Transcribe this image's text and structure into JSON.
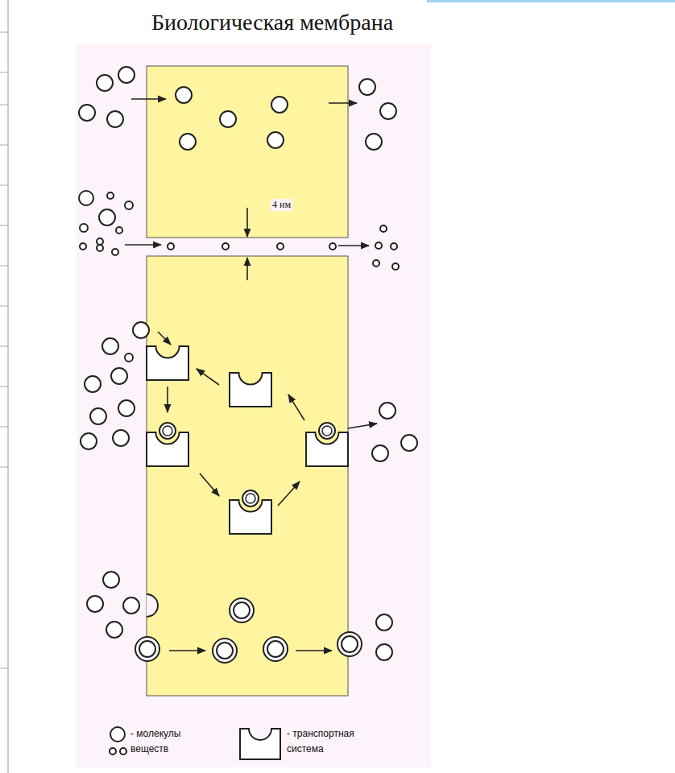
{
  "diagram": {
    "title": "Биологическая мембрана",
    "labels": [
      "4 нм"
    ],
    "legend": [
      {
        "text": "- молекулы веществ"
      },
      {
        "text": "- транспортная система"
      }
    ]
  }
}
